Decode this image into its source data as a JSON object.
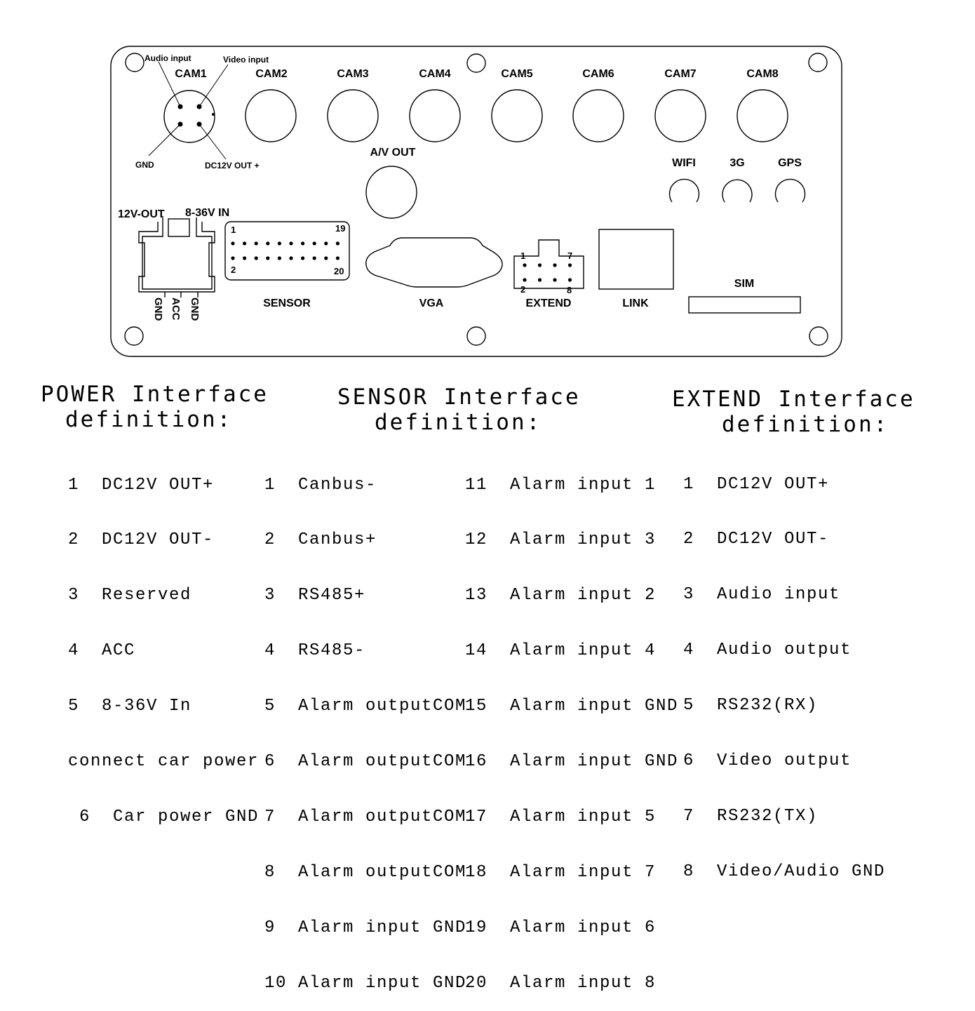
{
  "panel": {
    "cams": [
      "CAM1",
      "CAM2",
      "CAM3",
      "CAM4",
      "CAM5",
      "CAM6",
      "CAM7",
      "CAM8"
    ],
    "audio_input": "Audio input",
    "video_input": "Video input",
    "gnd": "GND",
    "dc12v_out_plus": "DC12V OUT +",
    "av_out": "A/V OUT",
    "wifi": "WIFI",
    "g3": "3G",
    "gps": "GPS",
    "out12v": "12V-OUT",
    "in836": "8-36V IN",
    "power_pins": [
      "GND",
      "ACC",
      "GND"
    ],
    "sensor": "SENSOR",
    "sensor_pins": [
      "1",
      "19",
      "2",
      "20"
    ],
    "vga": "VGA",
    "extend": "EXTEND",
    "extend_pins": [
      "1",
      "7",
      "2",
      "8"
    ],
    "link": "LINK",
    "sim": "SIM"
  },
  "power_def": {
    "title_line1": "POWER Interface",
    "title_line2": "definition:",
    "items": [
      "1  DC12V OUT+",
      "2  DC12V OUT-",
      "3  Reserved",
      "4  ACC",
      "5  8-36V In",
      "connect car power",
      " 6  Car power GND"
    ]
  },
  "sensor_def": {
    "title_line1": "SENSOR Interface",
    "title_line2": "definition:",
    "col1": [
      "1  Canbus-",
      "2  Canbus+",
      "3  RS485+",
      "4  RS485-",
      "5  Alarm outputCOM",
      "6  Alarm outputCOM",
      "7  Alarm outputCOM",
      "8  Alarm outputCOM",
      "9  Alarm input GND",
      "10 Alarm input GND"
    ],
    "col2": [
      "11  Alarm input 1",
      "12  Alarm input 3",
      "13  Alarm input 2",
      "14  Alarm input 4",
      "15  Alarm input GND",
      "16  Alarm input GND",
      "17  Alarm input 5",
      "18  Alarm input 7",
      "19  Alarm input 6",
      "20  Alarm input 8"
    ]
  },
  "extend_def": {
    "title_line1": "EXTEND Interface",
    "title_line2": "definition:",
    "items": [
      "1  DC12V OUT+",
      "2  DC12V OUT-",
      "3  Audio input",
      "4  Audio output",
      "5  RS232(RX)",
      "6  Video output",
      "7  RS232(TX)",
      "8  Video/Audio GND"
    ]
  }
}
